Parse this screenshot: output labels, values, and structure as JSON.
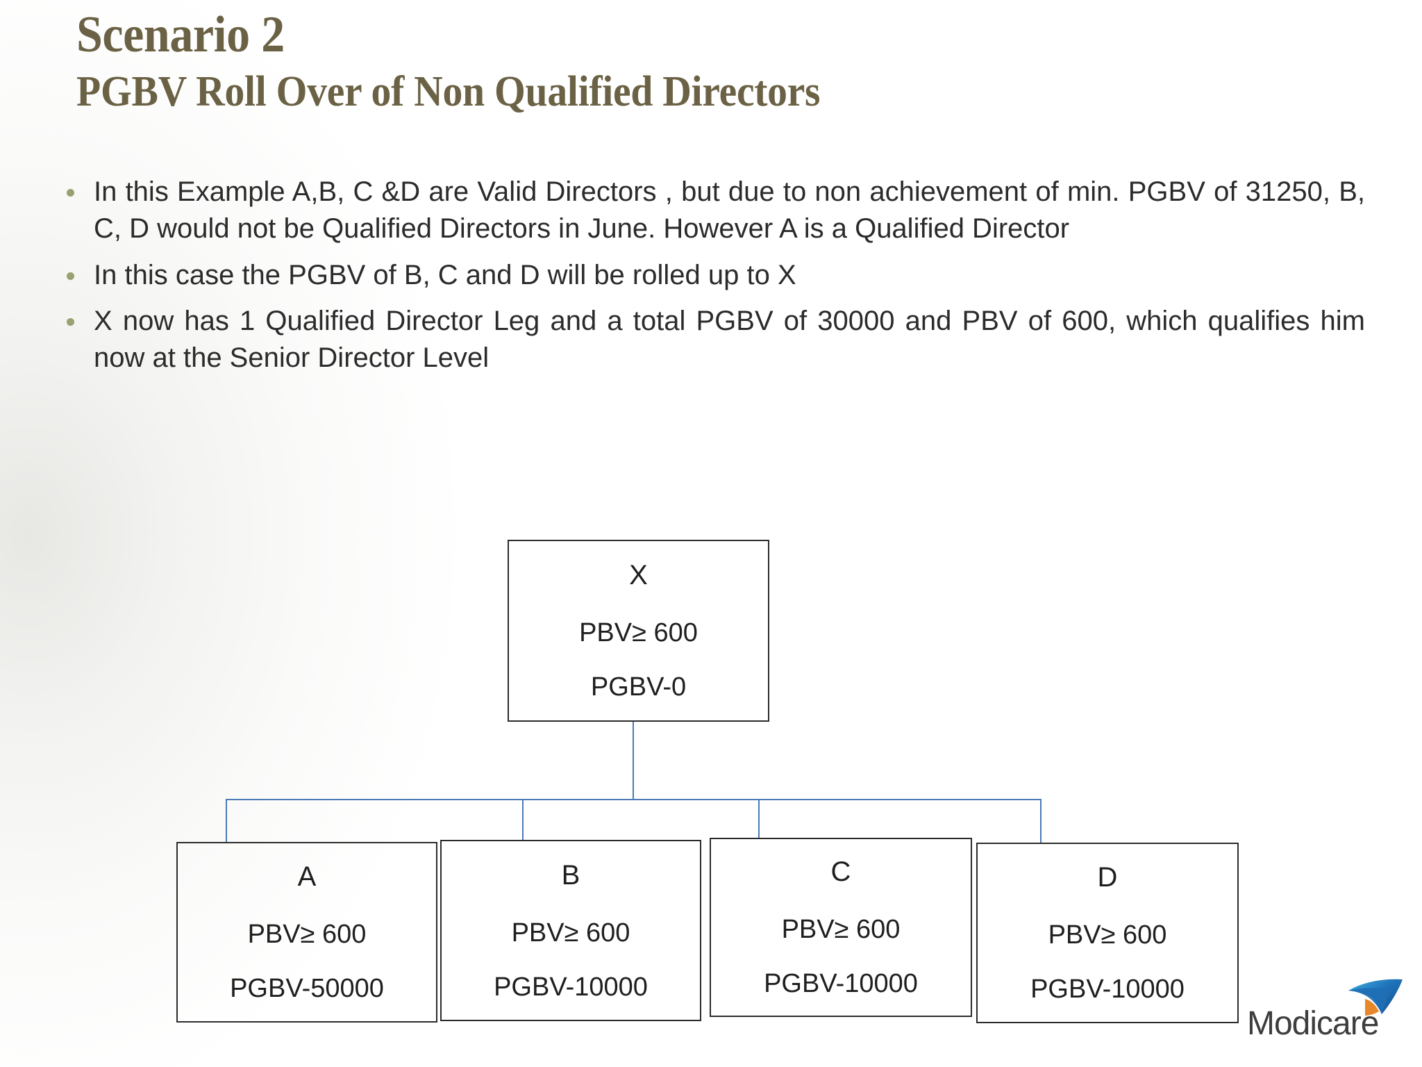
{
  "slide": {
    "title_line1": "Scenario 2",
    "title_line2": "PGBV Roll Over of Non Qualified Directors",
    "title_color": "#6b6245",
    "bullet_color": "#9aa06f",
    "body_color": "#2b2b2b",
    "connector_color": "#4a7ab5",
    "node_border_color": "#2b2b2b"
  },
  "bullets": [
    "In this Example A,B, C &D are Valid Directors , but due to non achievement of min. PGBV of 31250, B, C, D would not be Qualified Directors in June. However A is a Qualified Director",
    "In this case the PGBV of B, C and D will be rolled up to X",
    "X now has 1 Qualified Director Leg and a total PGBV of 30000 and PBV of 600, which qualifies him now at the Senior Director Level"
  ],
  "chart": {
    "root": {
      "label": "X",
      "pbv": "PBV≥ 600",
      "pgbv": "PGBV-0"
    },
    "children": [
      {
        "label": "A",
        "pbv": "PBV≥ 600",
        "pgbv": "PGBV-50000"
      },
      {
        "label": "B",
        "pbv": "PBV≥ 600",
        "pgbv": "PGBV-10000"
      },
      {
        "label": "C",
        "pbv": "PBV≥ 600",
        "pgbv": "PGBV-10000"
      },
      {
        "label": "D",
        "pbv": "PBV≥ 600",
        "pgbv": "PGBV-10000"
      }
    ]
  },
  "logo": {
    "text": "Modicare",
    "swoosh_color": "#1f6fb5",
    "swoosh_color_light": "#2e9fd8",
    "accent_color": "#e8862a"
  }
}
